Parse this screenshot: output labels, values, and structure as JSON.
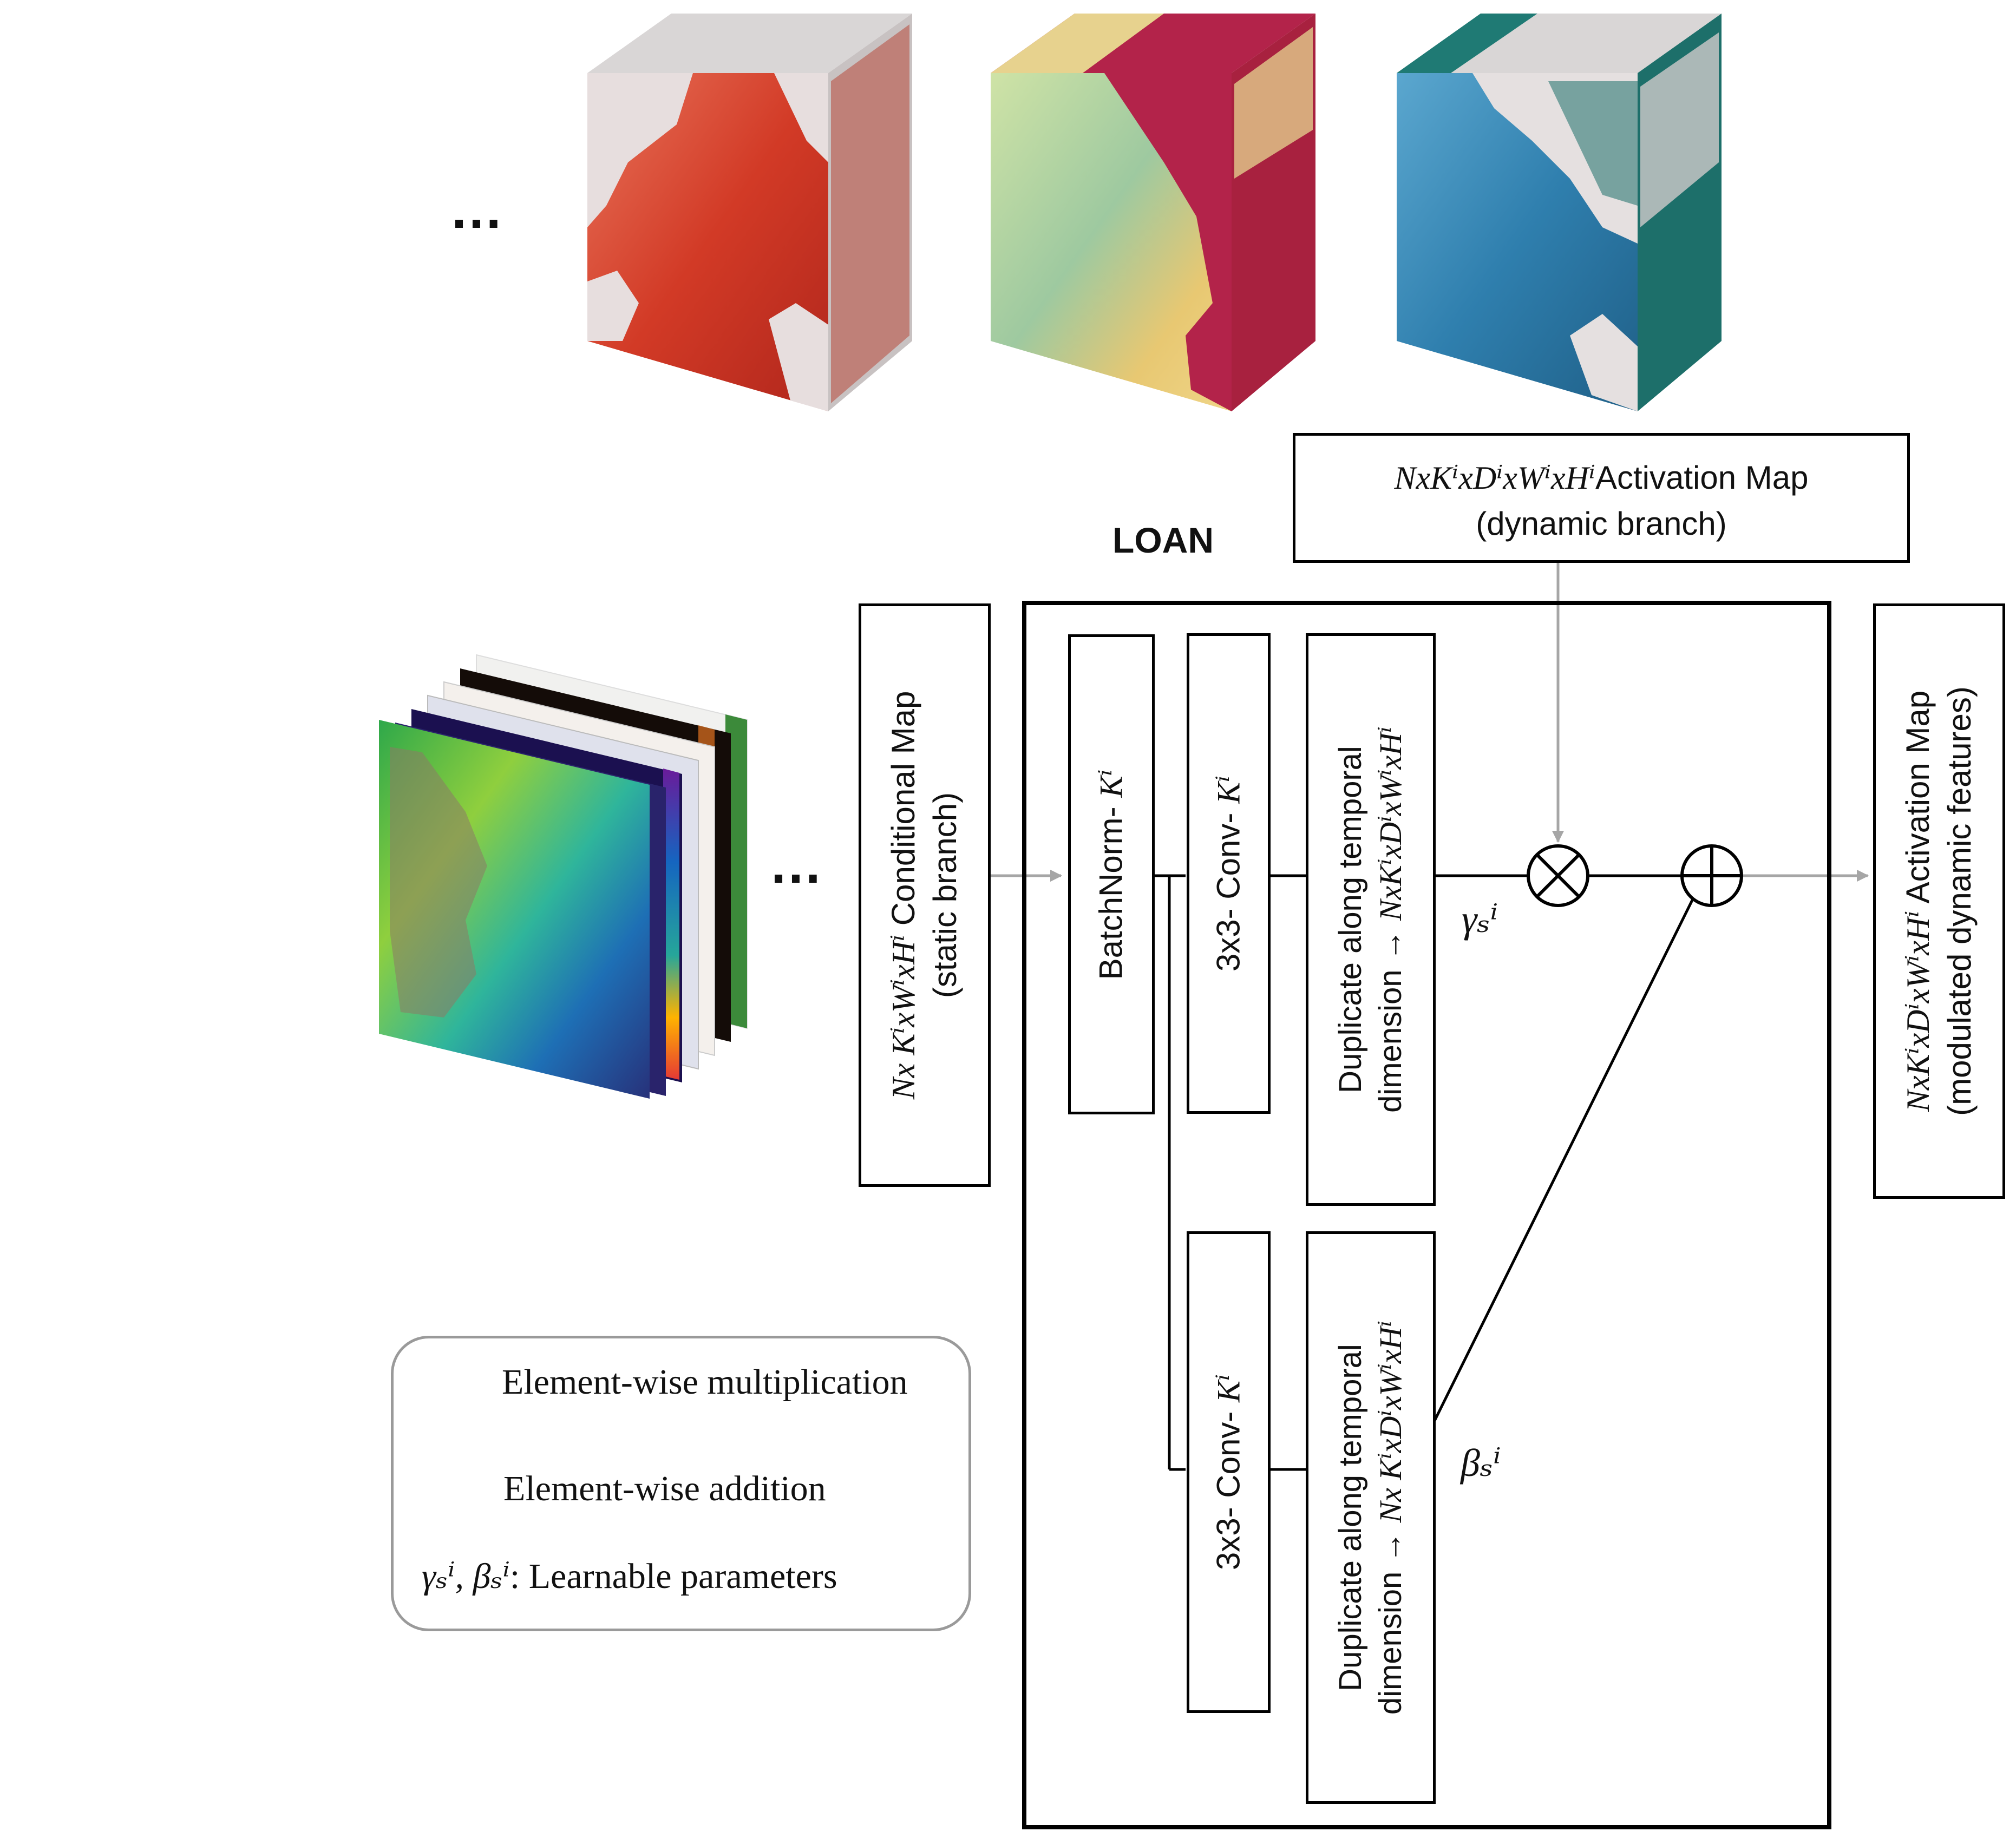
{
  "ellipsis": "…",
  "top": {
    "dynamic_box_line1": "N×Kᵢ×Dᵢ×Wᵢ×Hᵢ Activation Map",
    "dynamic_box_line1_parts": {
      "math": "NxKⁱxDⁱxWⁱxHⁱ",
      "text": "Activation Map"
    },
    "dynamic_box_line2": "(dynamic branch)"
  },
  "loan": {
    "title": "LOAN"
  },
  "static_box": {
    "math": "Nx KⁱxWⁱxHⁱ",
    "text": "Conditional Map",
    "line2": "(static branch)"
  },
  "blocks": {
    "batchnorm": {
      "text": "BatchNorm-",
      "math": "Kⁱ"
    },
    "conv_gamma": {
      "text": "3x3- Conv-",
      "math": "Kⁱ"
    },
    "conv_beta": {
      "text": "3x3- Conv-",
      "math": "Kⁱ"
    },
    "dup_gamma": {
      "line1": "Duplicate along temporal",
      "line2_text": "dimension →",
      "line2_math": "NxKⁱxDⁱxWⁱxHⁱ"
    },
    "dup_beta": {
      "line1": "Duplicate along temporal",
      "line2_text": "dimension →",
      "line2_math": "Nx KⁱxDⁱxWⁱxHⁱ"
    }
  },
  "params": {
    "gamma": "γₛⁱ",
    "beta": "βₛⁱ"
  },
  "output_box": {
    "math": "NxKⁱxDⁱxWⁱxHⁱ",
    "text": "Activation Map",
    "line2": "(modulated dynamic features)"
  },
  "legend": {
    "mult": "Element-wise multiplication",
    "add": "Element-wise addition",
    "params_math": "γₛⁱ, βₛⁱ",
    "params_text": ": Learnable parameters"
  },
  "colors": {
    "arrow_gray": "#a6a6a6",
    "line": "#000000",
    "legend_border": "#9a9a9a"
  }
}
